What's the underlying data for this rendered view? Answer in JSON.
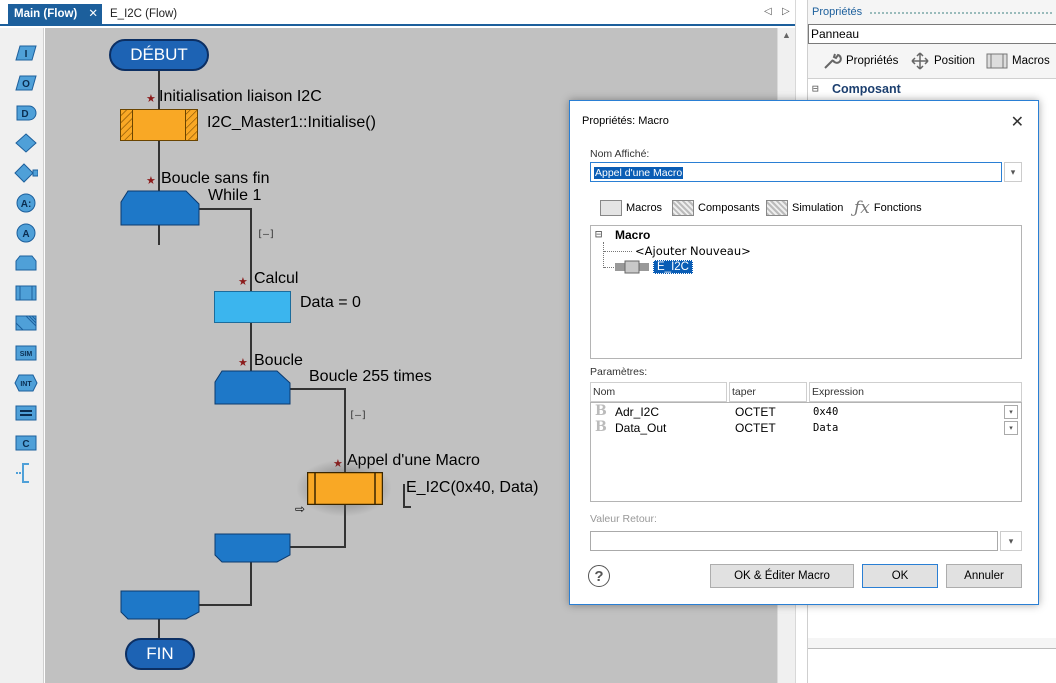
{
  "tabs": {
    "main": "Main (Flow)",
    "main_close": "✕",
    "second": "E_I2C (Flow)",
    "nav_left": "◁",
    "nav_right": "▷"
  },
  "toolbox": {
    "items": [
      {
        "name": "input",
        "label": "I"
      },
      {
        "name": "output",
        "label": "O"
      },
      {
        "name": "delay",
        "label": "D"
      },
      {
        "name": "decision",
        "label": ""
      },
      {
        "name": "switch",
        "label": ""
      },
      {
        "name": "connection-point",
        "label": "A:"
      },
      {
        "name": "goto",
        "label": "A"
      },
      {
        "name": "loop",
        "label": ""
      },
      {
        "name": "macro",
        "label": ""
      },
      {
        "name": "component-macro",
        "label": ""
      },
      {
        "name": "simulation",
        "label": "SIM"
      },
      {
        "name": "interrupt",
        "label": "INT"
      },
      {
        "name": "calculation",
        "label": ""
      },
      {
        "name": "c-code",
        "label": "C"
      },
      {
        "name": "comment",
        "label": ""
      }
    ]
  },
  "flowchart": {
    "start": "DÉBUT",
    "end": "FIN",
    "init_comment": "Initialisation liaison I2C",
    "init_call": "I2C_Master1::Initialise()",
    "loop_comment": "Boucle sans fin",
    "loop_cond": "While 1",
    "calc_comment": "Calcul",
    "calc_expr": "Data = 0",
    "inner_comment": "Boucle",
    "inner_cond": "Boucle 255 times",
    "macro_comment": "Appel d'une Macro",
    "macro_call": "E_I2C(0x40, Data)",
    "collapse": "[–]",
    "star": "★",
    "cursor": "⇨"
  },
  "properties": {
    "title": "Propriétés",
    "combo": "Panneau",
    "tab_props": "Propriétés",
    "tab_position": "Position",
    "tab_macros": "Macros",
    "category": "Composant"
  },
  "dialog": {
    "title": "Propriétés: Macro",
    "close": "✕",
    "name_label": "Nom Affiché:",
    "name_value": "Appel d'une Macro",
    "tab_macros": "Macros",
    "tab_components": "Composants",
    "tab_simulation": "Simulation",
    "tab_functions": "Fonctions",
    "tree_root": "Macro",
    "tree_add": "<Ajouter Nouveau>",
    "tree_item": "E_I2C",
    "params_label": "Paramètres:",
    "col_name": "Nom",
    "col_type": "taper",
    "col_expr": "Expression",
    "params": [
      {
        "name": "Adr_I2C",
        "type": "OCTET",
        "expr": "0x40"
      },
      {
        "name": "Data_Out",
        "type": "OCTET",
        "expr": "Data"
      }
    ],
    "return_label": "Valeur Retour:",
    "help": "?",
    "btn_ok_edit": "OK & Éditer Macro",
    "btn_ok": "OK",
    "btn_cancel": "Annuler",
    "drop_arrow": "▾"
  }
}
